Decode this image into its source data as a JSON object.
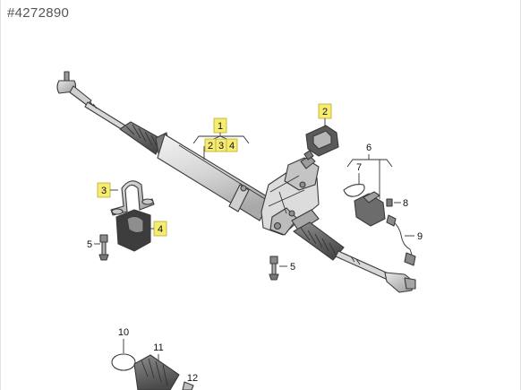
{
  "header": {
    "part_number": "#4272890"
  },
  "callouts": {
    "c1": "1",
    "c1_2": "2",
    "c1_3": "3",
    "c1_4": "4",
    "c2": "2",
    "c3": "3",
    "c4": "4",
    "c5a": "5",
    "c5b": "5",
    "c6": "6",
    "c7": "7",
    "c8": "8",
    "c9": "9",
    "c10": "10",
    "c11": "11",
    "c12": "12"
  },
  "colors": {
    "highlight": "#f6ec72",
    "part_light": "#e6e6e6",
    "part_mid": "#bdbdbd",
    "part_dark": "#6e6e6e",
    "gasket": "#5a5a5a"
  }
}
